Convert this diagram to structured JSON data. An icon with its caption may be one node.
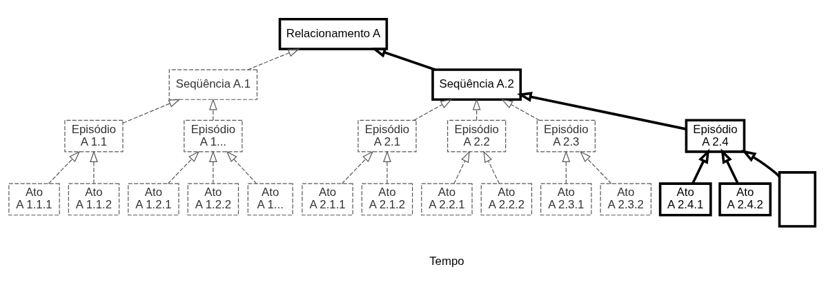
{
  "diagram": {
    "nodes": [
      {
        "text": [
          "Relacionamento A"
        ]
      },
      {
        "text": [
          "Seqüência A.1"
        ]
      },
      {
        "text": [
          "Seqüência A.2"
        ]
      },
      {
        "text": [
          "Episódio",
          "A 1.1"
        ]
      },
      {
        "text": [
          "Episódio",
          "A 1..."
        ]
      },
      {
        "text": [
          "Episódio",
          "A 2.1"
        ]
      },
      {
        "text": [
          "Episódio",
          "A 2.2"
        ]
      },
      {
        "text": [
          "Episódio",
          "A 2.3"
        ]
      },
      {
        "text": [
          "Episódio",
          "A 2.4"
        ]
      },
      {
        "text": [
          "Ato",
          "A 1.1.1"
        ]
      },
      {
        "text": [
          "Ato",
          "A 1.1.2"
        ]
      },
      {
        "text": [
          "Ato",
          "A 1.2.1"
        ]
      },
      {
        "text": [
          "Ato",
          "A 1.2.2"
        ]
      },
      {
        "text": [
          "Ato",
          "A 1..."
        ]
      },
      {
        "text": [
          "Ato",
          "A 2.1.1"
        ]
      },
      {
        "text": [
          "Ato",
          "A 2.1.2"
        ]
      },
      {
        "text": [
          "Ato",
          "A 2.2.1"
        ]
      },
      {
        "text": [
          "Ato",
          "A 2.2.2"
        ]
      },
      {
        "text": [
          "Ato",
          "A 2.3.1"
        ]
      },
      {
        "text": [
          "Ato",
          "A 2.3.2"
        ]
      },
      {
        "text": [
          "Ato",
          "A 2.4.1"
        ]
      },
      {
        "text": [
          "Ato",
          "A 2.4.2"
        ]
      },
      {
        "text": [],
        "shape": "box"
      }
    ],
    "edges": [
      {
        "from": 1,
        "to": 0,
        "arrow": "to",
        "style": "dashed"
      },
      {
        "from": 2,
        "to": 0,
        "arrow": "to",
        "style": "thick"
      },
      {
        "from": 3,
        "to": 1,
        "arrow": "to",
        "style": "dashed"
      },
      {
        "from": 4,
        "to": 1,
        "arrow": "to",
        "style": "dashed"
      },
      {
        "from": 5,
        "to": 2,
        "arrow": "to",
        "style": "dashed"
      },
      {
        "from": 6,
        "to": 2,
        "arrow": "to",
        "style": "dashed"
      },
      {
        "from": 7,
        "to": 2,
        "arrow": "to",
        "style": "dashed"
      },
      {
        "from": 8,
        "to": 2,
        "arrow": "to",
        "style": "thick"
      },
      {
        "from": 9,
        "to": 3,
        "arrow": "to",
        "style": "dashed"
      },
      {
        "from": 10,
        "to": 3,
        "arrow": "to",
        "style": "dashed"
      },
      {
        "from": 11,
        "to": 4,
        "arrow": "to",
        "style": "dashed"
      },
      {
        "from": 12,
        "to": 4,
        "arrow": "to",
        "style": "dashed"
      },
      {
        "from": 13,
        "to": 4,
        "arrow": "to",
        "style": "dashed"
      },
      {
        "from": 14,
        "to": 5,
        "arrow": "to",
        "style": "dashed"
      },
      {
        "from": 15,
        "to": 5,
        "arrow": "to",
        "style": "dashed"
      },
      {
        "from": 16,
        "to": 6,
        "arrow": "to",
        "style": "dashed"
      },
      {
        "from": 17,
        "to": 6,
        "arrow": "to",
        "style": "dashed"
      },
      {
        "from": 18,
        "to": 7,
        "arrow": "to",
        "style": "dashed"
      },
      {
        "from": 19,
        "to": 7,
        "arrow": "to",
        "style": "dashed"
      },
      {
        "from": 20,
        "to": 8,
        "arrow": "to",
        "style": "thick"
      },
      {
        "from": 21,
        "to": 8,
        "arrow": "to",
        "style": "thick"
      },
      {
        "from": 22,
        "to": 8,
        "arrow": "to",
        "style": "thick"
      }
    ],
    "labels": [
      "Tempo"
    ]
  }
}
